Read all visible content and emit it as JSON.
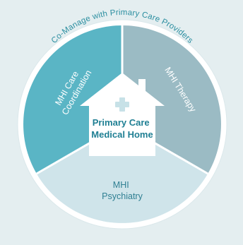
{
  "background_color": "#e4eef0",
  "outer_ring": {
    "label": "Co-Manage with Primary Care Providers",
    "fill": "#ffffff",
    "text_color": "#2b8ea0"
  },
  "segments": [
    {
      "id": "care-coordination",
      "lines": [
        "MHI Care",
        "Coordination"
      ],
      "fill": "#5ab5c5",
      "text_color": "#ffffff"
    },
    {
      "id": "therapy",
      "lines": [
        "MHI Therapy"
      ],
      "fill": "#9bbbc4",
      "text_color": "#ffffff"
    },
    {
      "id": "psychiatry",
      "lines": [
        "MHI",
        "Psychiatry"
      ],
      "fill": "#cfe4ea",
      "text_color": "#2f7f92"
    }
  ],
  "center": {
    "lines": [
      "Primary Care",
      "Medical Home"
    ],
    "text_color": "#1f7f93",
    "house_fill": "#ffffff",
    "icon": "medical-cross-icon"
  }
}
